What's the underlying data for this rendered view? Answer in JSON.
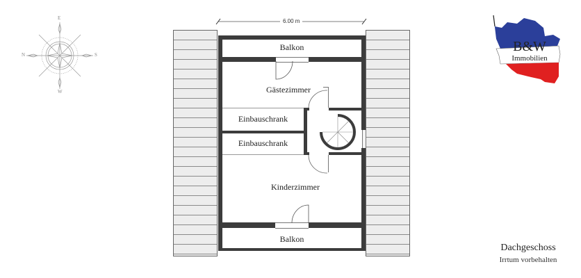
{
  "dimension": {
    "width_label": "6.00 m"
  },
  "rooms": {
    "balkon_top": "Balkon",
    "gaestezimmer": "Gästezimmer",
    "einbauschrank_1": "Einbauschrank",
    "einbauschrank_2": "Einbauschrank",
    "kinderzimmer": "Kinderzimmer",
    "balkon_bottom": "Balkon"
  },
  "compass": {
    "north": "N",
    "south": "S",
    "east": "E",
    "west": "W"
  },
  "logo": {
    "title": "B&W",
    "subtitle": "Immobilien",
    "colors": {
      "blue": "#2b3f9a",
      "white": "#ffffff",
      "red": "#e02020"
    }
  },
  "footer": {
    "floor": "Dachgeschoss",
    "disclaimer": "Irrtum vorbehalten"
  },
  "colors": {
    "wall": "#3c3c3c",
    "roof_fill": "#ededed",
    "roof_line": "#8a8a8a"
  }
}
